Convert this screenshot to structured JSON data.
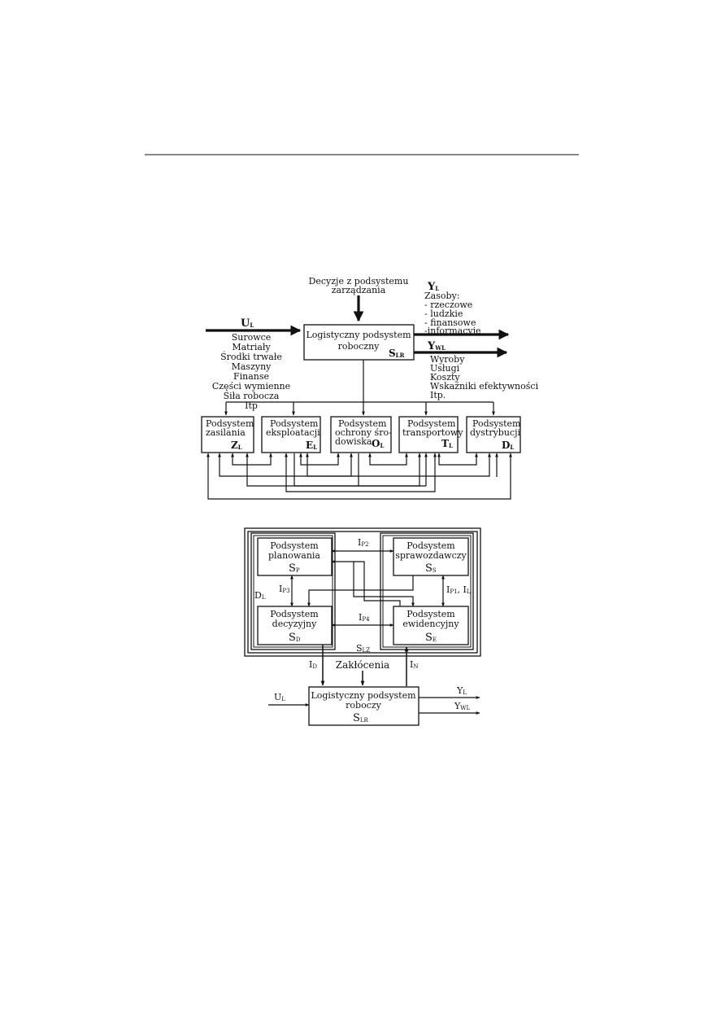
{
  "d1": {
    "decisions": {
      "line1": "Decyzje z podsystemu",
      "line2": "zarządzania"
    },
    "slr": {
      "line1": "Logistyczny podsystem",
      "line2": "roboczny",
      "sym": "S",
      "sub": "LR"
    },
    "ul": {
      "sym": "U",
      "sub": "L",
      "items": [
        "Surowce",
        "Matriały",
        "Środki trwałe",
        "Maszyny",
        "Finanse",
        "Części wymienne",
        "Siła robocza",
        "Itp"
      ]
    },
    "yl": {
      "sym": "Y",
      "sub": "L",
      "items": [
        "Zasoby:",
        "- rzeczowe",
        "- ludzkie",
        "- finansowe",
        "-informacyje"
      ]
    },
    "ywl": {
      "sym": "Y",
      "sub": "WL",
      "items": [
        "Wyroby",
        "Usługi",
        "Koszty",
        "Wskaźniki efektywności",
        "Itp."
      ]
    },
    "subsystems": [
      {
        "line1": "Podsystem",
        "line2": "zasilania",
        "sym": "Z",
        "sub": "L"
      },
      {
        "line1": "Podsystem",
        "line2": "eksploatacji",
        "sym": "E",
        "sub": "L"
      },
      {
        "line1": "Podsystem",
        "line2": "ochrony śro-",
        "line3": "dowiska",
        "sym": "O",
        "sub": "L"
      },
      {
        "line1": "Podsystem",
        "line2": "transportowy",
        "sym": "T",
        "sub": "L"
      },
      {
        "line1": "Podsystem",
        "line2": "dystrybucji",
        "sym": "D",
        "sub": "L"
      }
    ]
  },
  "d2": {
    "sp": {
      "line1": "Podsystem",
      "line2": "planowania",
      "sym": "S",
      "sub": "P"
    },
    "ss": {
      "line1": "Podsystem",
      "line2": "sprawozdawczy",
      "sym": "S",
      "sub": "S"
    },
    "sd": {
      "line1": "Podsystem",
      "line2": "decyzyjny",
      "sym": "S",
      "sub": "D"
    },
    "se": {
      "line1": "Podsystem",
      "line2": "ewidencyjny",
      "sym": "S",
      "sub": "E"
    },
    "ip2": {
      "sym": "I",
      "sub": "P2"
    },
    "ip3": {
      "sym": "I",
      "sub": "P3"
    },
    "ip1": {
      "sym": "I",
      "sub": "P1",
      "extra": ", I",
      "extra_sub": "L"
    },
    "ip4": {
      "sym": "I",
      "sub": "P4"
    },
    "dl": {
      "sym": "D",
      "sub": "L"
    },
    "slz": {
      "sym": "S",
      "sub": "LZ"
    },
    "id": {
      "sym": "I",
      "sub": "D"
    },
    "in": {
      "sym": "I",
      "sub": "N"
    },
    "disturbances": "Zakłócenia",
    "slr": {
      "line1": "Logistyczny podsystem",
      "line2": "roboczy",
      "sym": "S",
      "sub": "LR"
    },
    "ul": {
      "sym": "U",
      "sub": "L"
    },
    "yl": {
      "sym": "Y",
      "sub": "L"
    },
    "ywl": {
      "sym": "Y",
      "sub": "WL"
    }
  }
}
